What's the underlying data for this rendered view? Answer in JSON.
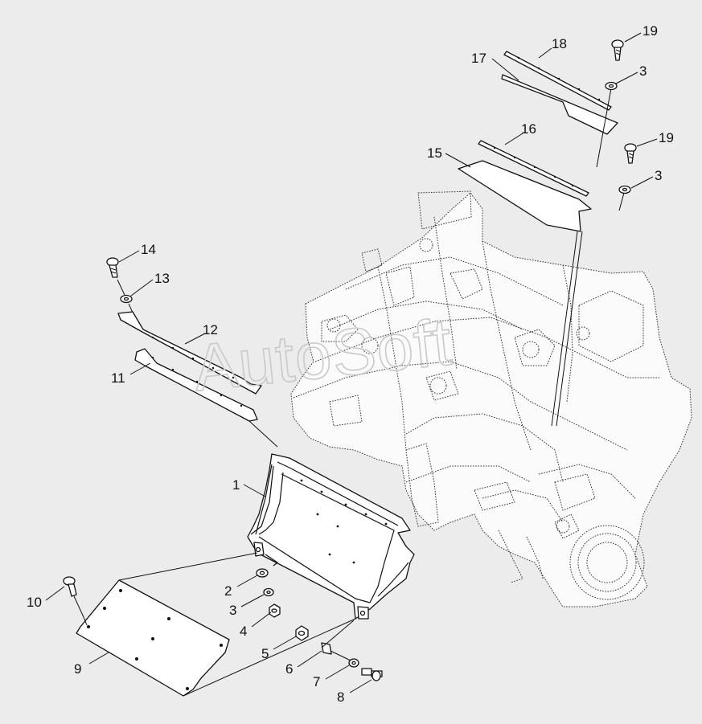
{
  "watermark": "AutoSoft",
  "callouts": [
    {
      "id": "c18",
      "text": "18"
    },
    {
      "id": "c19a",
      "text": "19"
    },
    {
      "id": "c17",
      "text": "17"
    },
    {
      "id": "c3a",
      "text": "3"
    },
    {
      "id": "c16",
      "text": "16"
    },
    {
      "id": "c19b",
      "text": "19"
    },
    {
      "id": "c15",
      "text": "15"
    },
    {
      "id": "c3b",
      "text": "3"
    },
    {
      "id": "c14",
      "text": "14"
    },
    {
      "id": "c13",
      "text": "13"
    },
    {
      "id": "c12",
      "text": "12"
    },
    {
      "id": "c11",
      "text": "11"
    },
    {
      "id": "c1",
      "text": "1"
    },
    {
      "id": "c2",
      "text": "2"
    },
    {
      "id": "c3c",
      "text": "3"
    },
    {
      "id": "c4",
      "text": "4"
    },
    {
      "id": "c10",
      "text": "10"
    },
    {
      "id": "c5",
      "text": "5"
    },
    {
      "id": "c6",
      "text": "6"
    },
    {
      "id": "c7",
      "text": "7"
    },
    {
      "id": "c8",
      "text": "8"
    },
    {
      "id": "c9",
      "text": "9"
    }
  ]
}
